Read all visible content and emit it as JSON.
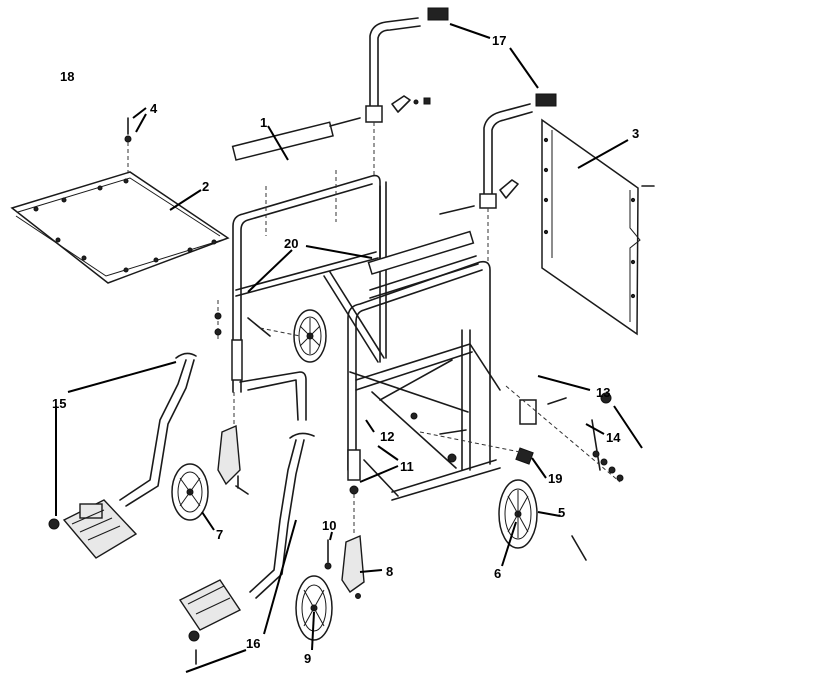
{
  "diagram": {
    "callouts": [
      {
        "id": "18",
        "text": "18"
      },
      {
        "id": "4",
        "text": "4"
      },
      {
        "id": "1",
        "text": "1"
      },
      {
        "id": "2",
        "text": "2"
      },
      {
        "id": "17",
        "text": "17"
      },
      {
        "id": "3",
        "text": "3"
      },
      {
        "id": "20",
        "text": "20"
      },
      {
        "id": "15",
        "text": "15"
      },
      {
        "id": "13",
        "text": "13"
      },
      {
        "id": "14",
        "text": "14"
      },
      {
        "id": "12",
        "text": "12"
      },
      {
        "id": "11",
        "text": "11"
      },
      {
        "id": "19",
        "text": "19"
      },
      {
        "id": "7",
        "text": "7"
      },
      {
        "id": "5",
        "text": "5"
      },
      {
        "id": "10",
        "text": "10"
      },
      {
        "id": "8",
        "text": "8"
      },
      {
        "id": "6",
        "text": "6"
      },
      {
        "id": "16",
        "text": "16"
      },
      {
        "id": "9",
        "text": "9"
      }
    ]
  }
}
